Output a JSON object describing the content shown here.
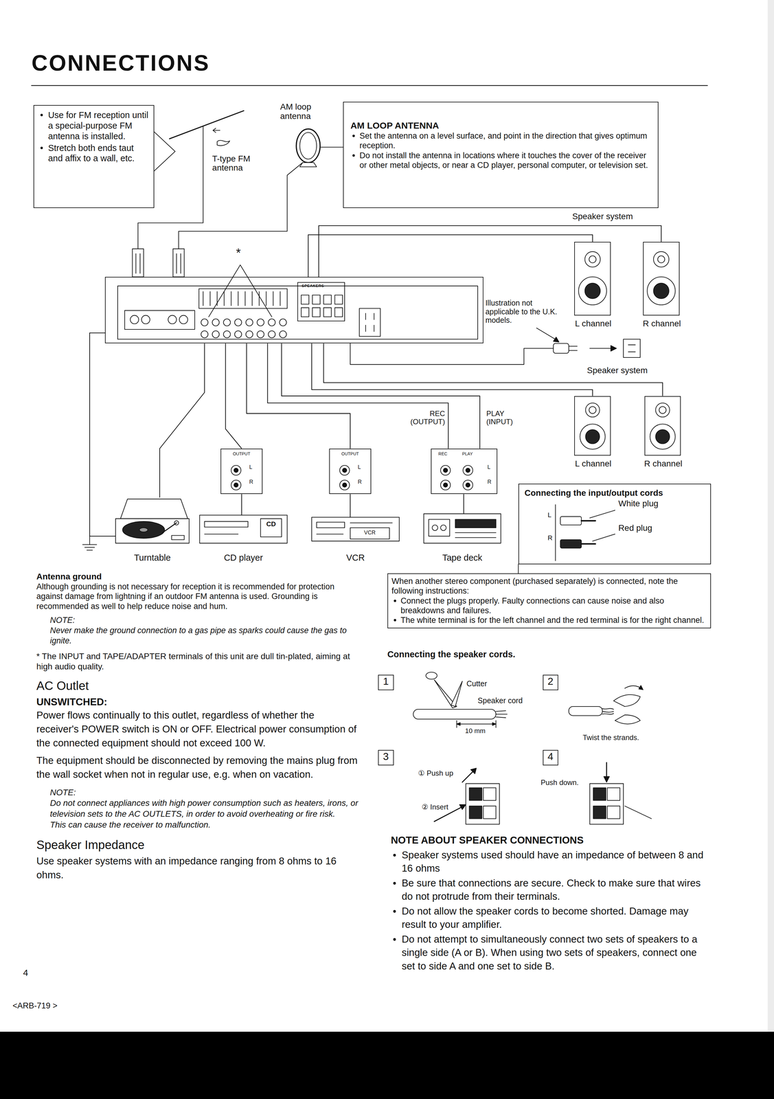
{
  "diagram": {
    "title": "CONNECTIONS",
    "nodes": [
      {
        "text": [
          "Use for FM reception until a special-purpose FM antenna is installed.",
          "Stretch both ends taut and affix to a wall, etc."
        ]
      },
      {
        "text": [
          "AM LOOP ANTENNA",
          "Set the antenna on a level surface, and point in the direction that gives optimum reception.",
          "Do not install the antenna in locations where it touches the cover of the receiver or other metal objects, or near a CD player, personal computer, or television set."
        ]
      },
      {
        "text": [
          "SPEAKERS"
        ]
      },
      {
        "text": [
          "L channel"
        ]
      },
      {
        "text": [
          "R channel"
        ]
      },
      {
        "text": [
          "L channel"
        ]
      },
      {
        "text": [
          "R channel"
        ]
      },
      {
        "text": [
          "OUTPUT",
          "L",
          "R"
        ]
      },
      {
        "text": [
          "OUTPUT",
          "L",
          "R"
        ]
      },
      {
        "text": [
          "REC",
          "PLAY",
          "L",
          "R"
        ]
      },
      {
        "text": [
          "Turntable"
        ]
      },
      {
        "text": [
          "CD",
          "CD player"
        ]
      },
      {
        "text": [
          "VCR",
          "VCR"
        ]
      },
      {
        "text": [
          "Tape deck"
        ]
      },
      {
        "text": [
          "Connecting the input/output cords",
          "White plug",
          "Red plug",
          "L",
          "R"
        ]
      },
      {
        "text": [
          "When another stereo component (purchased separately) is connected, note the following instructions:",
          "Connect the plugs properly. Faulty connections can cause noise and also breakdowns and failures.",
          "The white terminal is for the left channel and the red terminal is for the right channel."
        ]
      },
      {
        "text": [
          "1"
        ]
      },
      {
        "text": [
          "2"
        ]
      },
      {
        "text": [
          "3"
        ]
      },
      {
        "text": [
          "4"
        ]
      }
    ],
    "edges": [
      {
        "from": 2,
        "to": 3,
        "arrow": "none"
      },
      {
        "from": 2,
        "to": 4,
        "arrow": "none"
      },
      {
        "from": 2,
        "to": 5,
        "arrow": "none"
      },
      {
        "from": 2,
        "to": 6,
        "arrow": "none"
      },
      {
        "from": 2,
        "to": 10,
        "arrow": "none"
      },
      {
        "from": 2,
        "to": 10,
        "arrow": "none"
      },
      {
        "from": 2,
        "to": 7,
        "arrow": "none"
      },
      {
        "from": 2,
        "to": 8,
        "arrow": "none"
      },
      {
        "from": 2,
        "to": 9,
        "arrow": "none",
        "label": "REC (OUTPUT)"
      },
      {
        "from": 2,
        "to": 9,
        "arrow": "none",
        "label": "PLAY (INPUT)"
      },
      {
        "from": 7,
        "to": 11,
        "arrow": "none"
      },
      {
        "from": 8,
        "to": 12,
        "arrow": "none"
      },
      {
        "from": 9,
        "to": 13,
        "arrow": "none"
      }
    ],
    "labels": [
      "AM loop antenna",
      "T-type FM antenna",
      "*",
      "Speaker system",
      "Illustration not applicable to the U.K. models.",
      "Speaker system",
      "Antenna ground",
      "Although grounding is not necessary for reception it is recommended for protection against damage from lightning if an outdoor FM antenna is used. Grounding is recommended as well to help reduce noise and hum.",
      "NOTE:",
      "Never make the ground connection to a gas pipe as sparks could cause the gas to ignite.",
      "* The INPUT and TAPE/ADAPTER terminals of this unit are dull tin-plated, aiming at high audio quality.",
      "AC Outlet",
      "UNSWITCHED:",
      "Power flows continually to this outlet, regardless of whether the receiver's POWER switch is ON or OFF. Electrical power consumption of the connected equipment should not exceed 100 W.",
      "The equipment should be disconnected by removing the mains plug from the wall socket when not in regular use, e.g. when on vacation.",
      "NOTE:",
      "Do not connect appliances with high power consumption such as heaters, irons, or television sets to the AC OUTLETS, in order to avoid overheating or fire risk.",
      "This can cause the receiver to malfunction.",
      "Speaker Impedance",
      "Use speaker systems with an impedance ranging from 8 ohms to 16 ohms.",
      "4",
      "<ARB-719 >",
      "Connecting the speaker cords.",
      "Cutter",
      "Speaker cord",
      "10 mm",
      "Twist the strands.",
      "① Push up",
      "② Insert",
      "Push down.",
      "NOTE ABOUT SPEAKER CONNECTIONS",
      "Speaker systems used should have an impedance of between 8 and 16 ohms",
      "Be sure that connections are secure. Check to make sure that wires do not protrude from their terminals.",
      "Do not allow the speaker cords to become shorted. Damage may result to your amplifier.",
      "Do not attempt to simultaneously connect two sets of speakers to a single side (A or B). When using two sets of speakers, connect one set to side A and one set to side B."
    ]
  }
}
